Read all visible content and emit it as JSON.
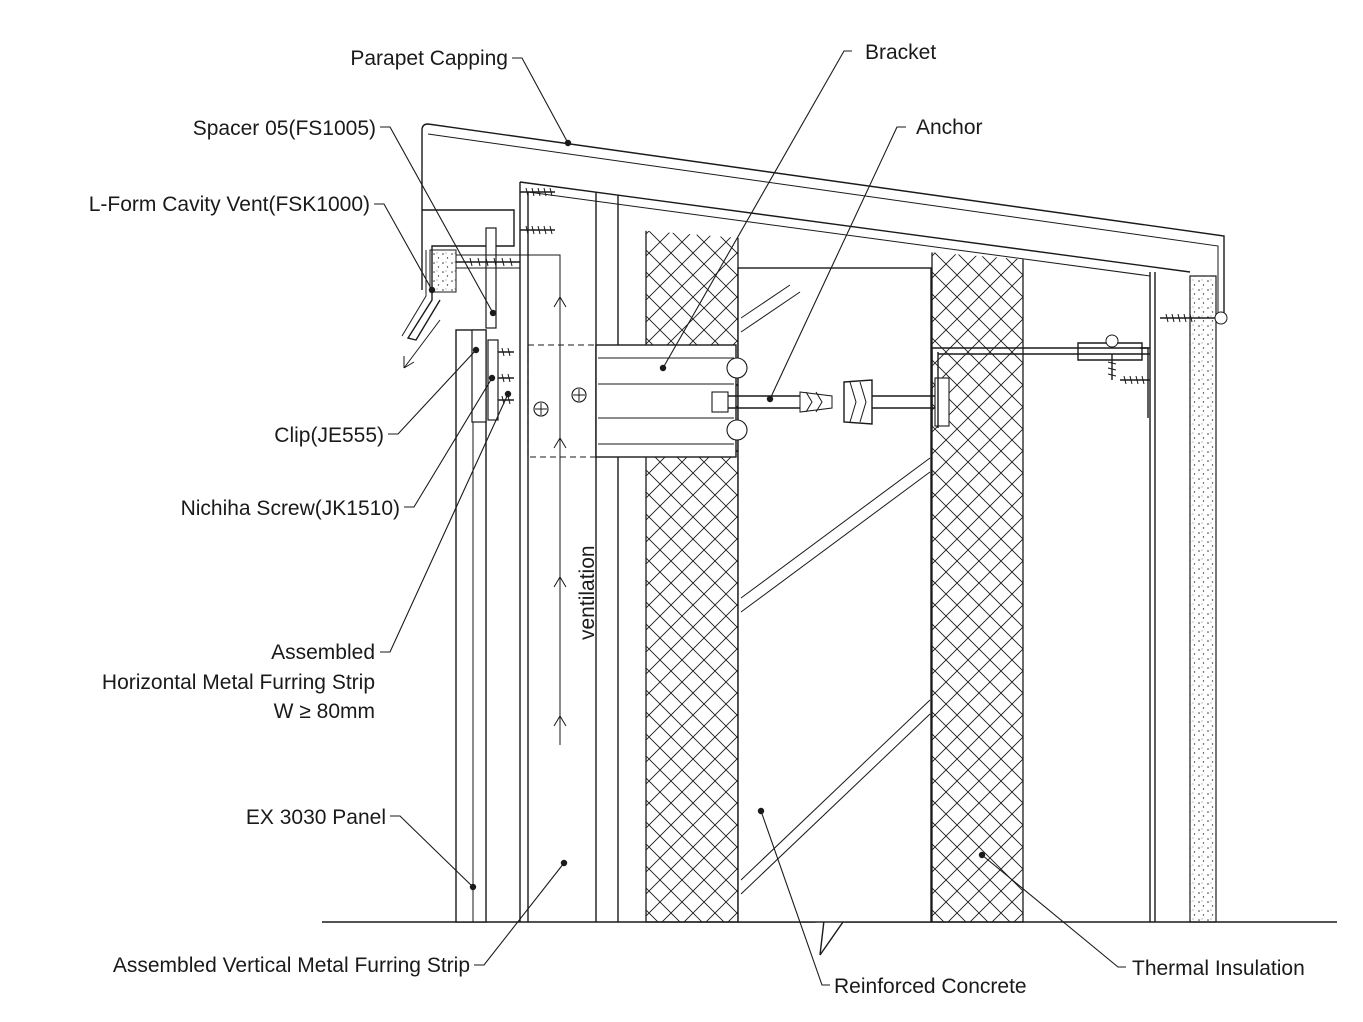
{
  "labels": {
    "parapet_capping": "Parapet Capping",
    "bracket": "Bracket",
    "spacer": "Spacer 05(FS1005)",
    "anchor": "Anchor",
    "cavity_vent": "L-Form Cavity Vent(FSK1000)",
    "clip": "Clip(JE555)",
    "nichiha_screw": "Nichiha Screw(JK1510)",
    "ventilation": "ventilation",
    "horizontal_furring_line1": "Assembled",
    "horizontal_furring_line2": "Horizontal Metal Furring Strip",
    "horizontal_furring_line3": "W ≥ 80mm",
    "ex_panel": "EX 3030 Panel",
    "vertical_furring": "Assembled Vertical Metal Furring Strip",
    "reinforced_concrete": "Reinforced Concrete",
    "thermal_insulation": "Thermal Insulation"
  }
}
